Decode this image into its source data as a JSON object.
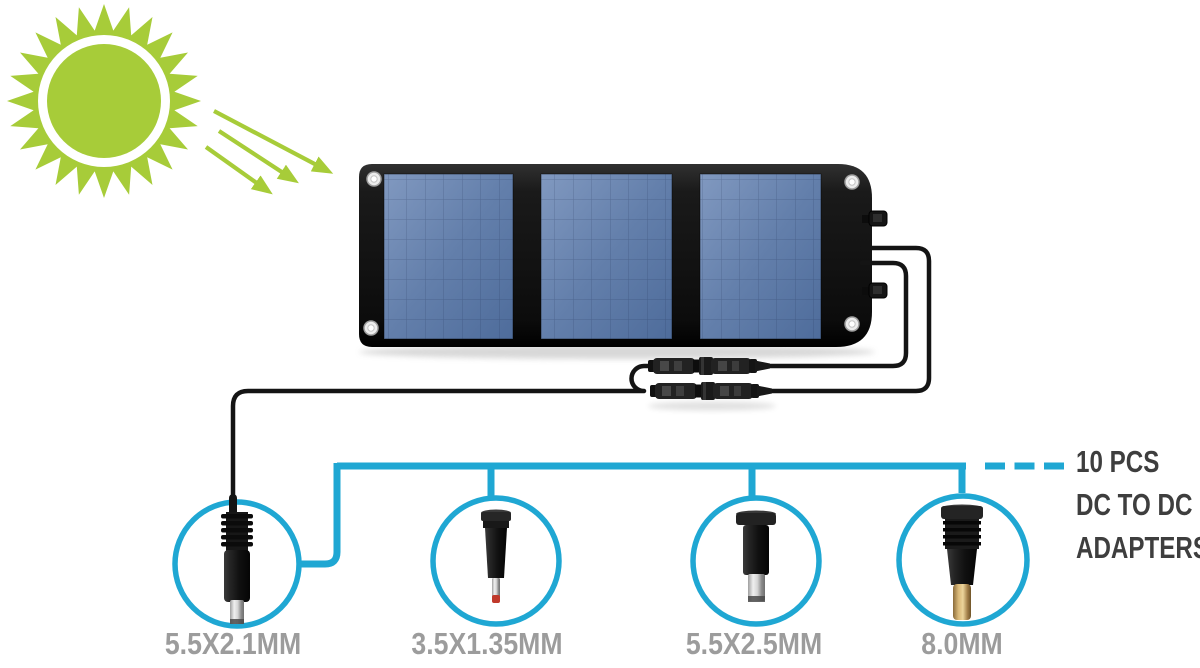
{
  "diagram": {
    "type": "solar-panel-dc-adapter-kit",
    "callout": {
      "lines": [
        "10 PCS",
        "DC TO DC",
        "ADAPTERS"
      ]
    },
    "adapters": [
      {
        "label": "5.5X2.1MM",
        "icon": "dc-plug-cable-icon"
      },
      {
        "label": "3.5X1.35MM",
        "icon": "dc-adapter-red-tip-icon"
      },
      {
        "label": "5.5X2.5MM",
        "icon": "dc-adapter-silver-barrel-icon"
      },
      {
        "label": "8.0MM",
        "icon": "dc-adapter-brass-barrel-icon"
      }
    ],
    "icons": [
      "sun-icon",
      "sunlight-arrows-icon",
      "foldable-solar-panel-icon",
      "mc4-connector-icon"
    ],
    "colors": {
      "accent_blue": "#1fa7d3",
      "sun_green": "#a7cc39",
      "label_gray": "#9c9c9c",
      "callout_text": "#3e3e3e",
      "cable_black": "#141414",
      "panel_cell_blue": "#5f7dab"
    }
  }
}
